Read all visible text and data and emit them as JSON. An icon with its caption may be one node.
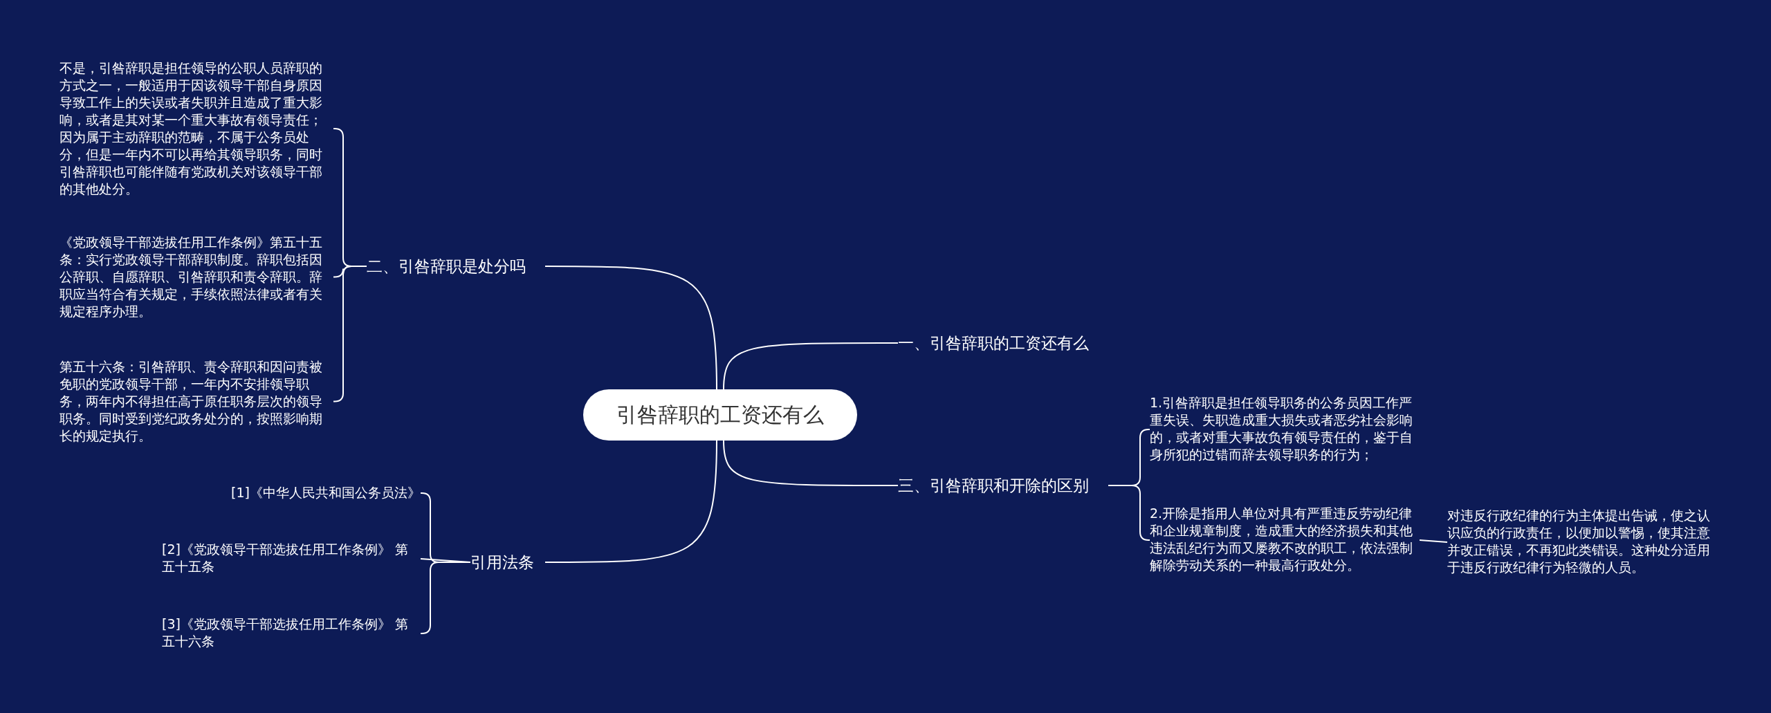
{
  "diagram": {
    "nodes": [
      {
        "text": [
          "引咎辞职的工资还有么"
        ]
      },
      {
        "text": [
          "二、引咎辞职是处分吗"
        ]
      },
      {
        "text": [
          "不是，引咎辞职是担任领导的公职人员辞职的方式之一，一般适用于因该领导干部自身原因导致工作上的失误或者失职并且造成了重大影响，或者是其对某一个重大事故有领导责任；因为属于主动辞职的范畴，不属于公务员处分，但是一年内不可以再给其领导职务，同时引咎辞职也可能伴随有党政机关对该领导干部的其他处分。"
        ]
      },
      {
        "text": [
          "《党政领导干部选拔任用工作条例》第五十五条：实行党政领导干部辞职制度。辞职包括因公辞职、自愿辞职、引咎辞职和责令辞职。辞职应当符合有关规定，手续依照法律或者有关规定程序办理。"
        ]
      },
      {
        "text": [
          "第五十六条：引咎辞职、责令辞职和因问责被免职的党政领导干部，一年内不安排领导职务，两年内不得担任高于原任职务层次的领导职务。同时受到党纪政务处分的，按照影响期长的规定执行。"
        ]
      },
      {
        "text": [
          "引用法条"
        ]
      },
      {
        "text": [
          "[1]《中华人民共和国公务员法》"
        ]
      },
      {
        "text": [
          "[2]《党政领导干部选拔任用工作条例》 第五十五条"
        ]
      },
      {
        "text": [
          "[3]《党政领导干部选拔任用工作条例》 第五十六条"
        ]
      },
      {
        "text": [
          "一、引咎辞职的工资还有么"
        ]
      },
      {
        "text": [
          "三、引咎辞职和开除的区别"
        ]
      },
      {
        "text": [
          "1.引咎辞职是担任领导职务的公务员因工作严重失误、失职造成重大损失或者恶劣社会影响的，或者对重大事故负有领导责任的，鉴于自身所犯的过错而辞去领导职务的行为；"
        ]
      },
      {
        "text": [
          "2.开除是指用人单位对具有严重违反劳动纪律和企业规章制度，造成重大的经济损失和其他违法乱纪行为而又屡教不改的职工，依法强制解除劳动关系的一种最高行政处分。"
        ]
      },
      {
        "text": [
          "对违反行政纪律的行为主体提出告诫，使之认识应负的行政责任，以便加以警惕，使其注意并改正错误，不再犯此类错误。这种处分适用于违反行政纪律行为轻微的人员。"
        ]
      }
    ],
    "edges": [
      {
        "from": 0,
        "to": 1,
        "arrow": "none"
      },
      {
        "from": 1,
        "to": 2,
        "arrow": "none"
      },
      {
        "from": 1,
        "to": 3,
        "arrow": "none"
      },
      {
        "from": 1,
        "to": 4,
        "arrow": "none"
      },
      {
        "from": 0,
        "to": 5,
        "arrow": "none"
      },
      {
        "from": 5,
        "to": 6,
        "arrow": "none"
      },
      {
        "from": 5,
        "to": 7,
        "arrow": "none"
      },
      {
        "from": 5,
        "to": 8,
        "arrow": "none"
      },
      {
        "from": 0,
        "to": 9,
        "arrow": "none"
      },
      {
        "from": 0,
        "to": 10,
        "arrow": "none"
      },
      {
        "from": 10,
        "to": 11,
        "arrow": "none"
      },
      {
        "from": 10,
        "to": 12,
        "arrow": "none"
      },
      {
        "from": 12,
        "to": 13,
        "arrow": "none"
      }
    ]
  }
}
